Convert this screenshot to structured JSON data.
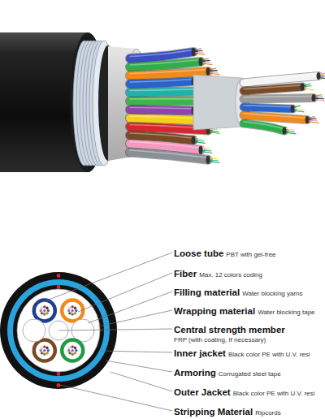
{
  "diagram": {
    "labels": [
      "Loose tube",
      "PBT with gel-free",
      "Fiber",
      "Max. 12 colors coding",
      "Filling material",
      "Water blocking yarns",
      "Wrapping material",
      "Water blocking tape",
      "Central strength member",
      "FRP (with coating, If necessary)",
      "Inner jacket",
      "Black color PE with U.V. resi",
      "Armoring",
      "Corrugated steel tape",
      "Outer Jacket",
      "Black color PE with U.V. resi",
      "Stripping Material",
      "Ripcords"
    ]
  }
}
